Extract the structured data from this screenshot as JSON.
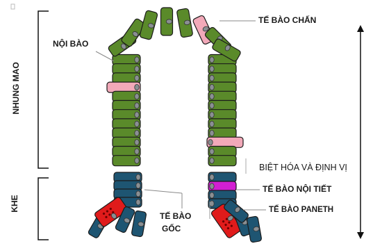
{
  "labels": {
    "noi_bao": "NỘI BÀO",
    "te_bao_chan": "TẾ BÀO CHẤN",
    "nhung_mao": "NHUNG MAO",
    "khe": "KHE",
    "biet_hoa": "BIỆT HÓA VÀ ĐỊNH VỊ",
    "te_bao_noi_tiet": "TẾ BÀO NỘI TIẾT",
    "te_bao_paneth": "TẾ BÀO PANETH",
    "te_bao_goc_1": "TẾ BÀO",
    "te_bao_goc_2": "GỐC"
  },
  "colors": {
    "enterocyte": "#5a8a2a",
    "goblet": "#f2a9b9",
    "crypt": "#1e5572",
    "enteroendocrine": "#d21fd2",
    "paneth": "#e01b1b",
    "nucleus": "#8a8f93",
    "outline": "#1b1b1b"
  }
}
